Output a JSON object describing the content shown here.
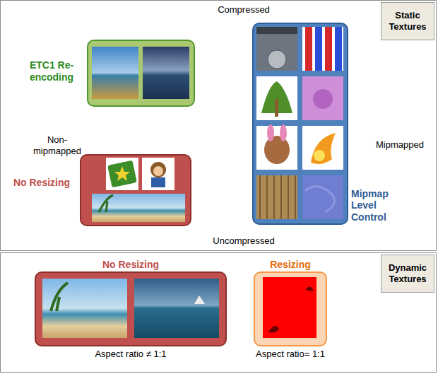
{
  "diagram": {
    "nodes": [
      {
        "text": [
          "Static Textures"
        ]
      },
      {
        "text": [
          "ETC1 Re-encoding"
        ],
        "in": 0
      },
      {
        "text": [
          "No Resizing"
        ],
        "in": 0
      },
      {
        "text": [
          "Mipmap Level Control"
        ],
        "in": 0
      },
      {
        "text": [
          "Dynamic Textures"
        ]
      },
      {
        "text": [
          "No Resizing",
          "Aspect ratio ≠ 1:1"
        ],
        "in": 4
      },
      {
        "text": [
          "Resizing",
          "Aspect ratio= 1:1"
        ],
        "in": 4
      }
    ],
    "edges": [],
    "labels": [
      "Compressed",
      "Non- mipmapped",
      "Mipmapped",
      "Uncompressed"
    ]
  }
}
